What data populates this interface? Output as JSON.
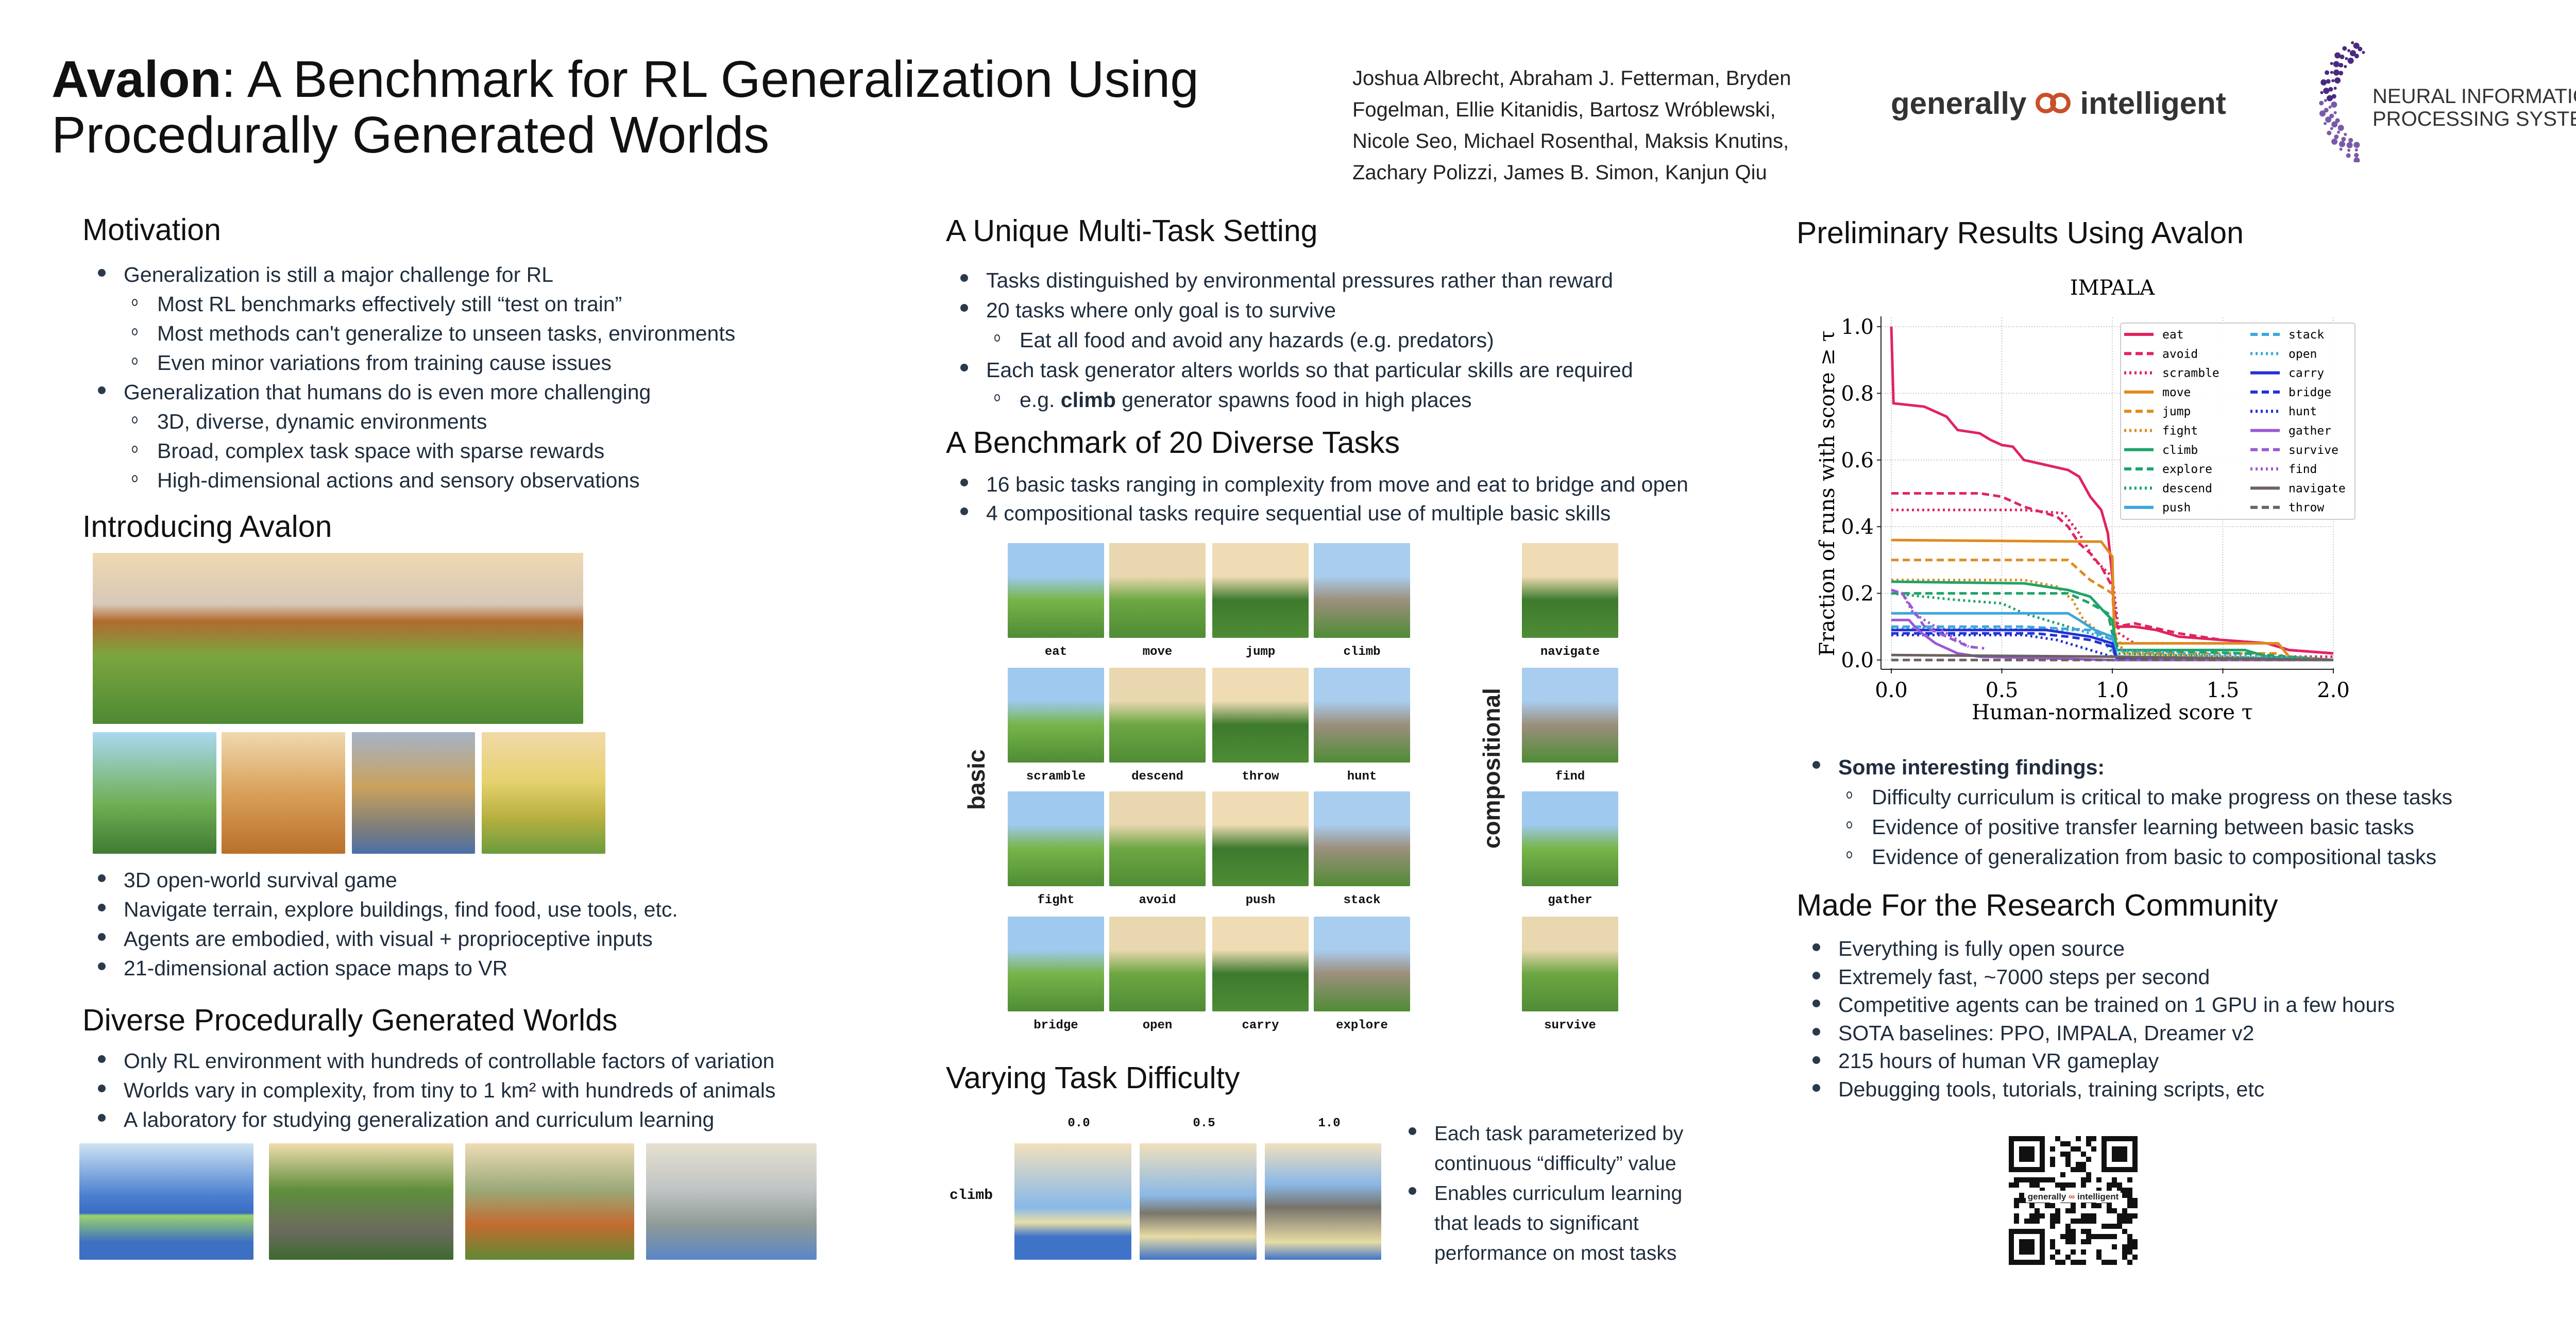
{
  "header": {
    "title_bold": "Avalon",
    "title_rest": ": A Benchmark for RL Generalization Using",
    "title_line2": "Procedurally Generated Worlds",
    "authors": [
      "Joshua Albrecht, Abraham J. Fetterman, Bryden",
      "Fogelman, Ellie Kitanidis, Bartosz Wróblewski,",
      "Nicole Seo,  Michael Rosenthal, Maksis Knutins,",
      "Zachary Polizzi, James B. Simon, Kanjun Qiu"
    ],
    "logo_gi_left": "generally",
    "logo_gi_right": "intelligent",
    "logo_neurips_line1": "NEURAL INFORMATION",
    "logo_neurips_line2": "PROCESSING SYSTEMS"
  },
  "motivation": {
    "heading": "Motivation",
    "items": [
      {
        "level": 1,
        "text": "Generalization is still a major challenge for RL"
      },
      {
        "level": 2,
        "text": "Most RL benchmarks effectively still “test on train”"
      },
      {
        "level": 2,
        "text": "Most methods can't generalize to unseen tasks, environments"
      },
      {
        "level": 2,
        "text": "Even minor variations from training cause issues"
      },
      {
        "level": 1,
        "text": "Generalization that humans do is even more challenging"
      },
      {
        "level": 2,
        "text": "3D, diverse, dynamic environments"
      },
      {
        "level": 2,
        "text": "Broad, complex task space with sparse rewards"
      },
      {
        "level": 2,
        "text": "High-dimensional actions and sensory observations"
      }
    ]
  },
  "introducing": {
    "heading": "Introducing Avalon",
    "items": [
      {
        "level": 1,
        "text": "3D open-world survival game"
      },
      {
        "level": 1,
        "text": "Navigate terrain, explore buildings, find food, use tools, etc."
      },
      {
        "level": 1,
        "text": "Agents are embodied, with visual + proprioceptive inputs"
      },
      {
        "level": 1,
        "text": "21-dimensional action space maps to VR"
      }
    ]
  },
  "diverse": {
    "heading": "Diverse Procedurally Generated Worlds",
    "items": [
      {
        "level": 1,
        "text": "Only RL environment with hundreds of controllable factors of variation"
      },
      {
        "level": 1,
        "text": "Worlds vary in complexity, from tiny to 1 km² with hundreds of animals"
      },
      {
        "level": 1,
        "text": "A laboratory for studying generalization and curriculum learning"
      }
    ]
  },
  "multitask": {
    "heading": "A Unique Multi-Task Setting",
    "items": [
      {
        "level": 1,
        "text": "Tasks distinguished by environmental pressures rather than reward"
      },
      {
        "level": 1,
        "text": "20 tasks where only goal is to survive"
      },
      {
        "level": 2,
        "text": "Eat all food and avoid any hazards (e.g. predators)"
      },
      {
        "level": 1,
        "text": "Each task generator alters worlds so that particular skills are required"
      },
      {
        "level": 2,
        "pre": "e.g. ",
        "bold": "climb",
        "text": " generator spawns food in high places"
      }
    ]
  },
  "benchmark": {
    "heading": "A Benchmark of 20 Diverse Tasks",
    "items": [
      {
        "level": 1,
        "text": "16 basic tasks ranging in complexity from move and eat to bridge and open"
      },
      {
        "level": 1,
        "text": "4 compositional tasks require sequential use of multiple basic skills"
      }
    ],
    "basic_label": "basic",
    "compositional_label": "compositional",
    "basic_tasks": [
      "eat",
      "move",
      "jump",
      "climb",
      "scramble",
      "descend",
      "throw",
      "hunt",
      "fight",
      "avoid",
      "push",
      "stack",
      "bridge",
      "open",
      "carry",
      "explore"
    ],
    "compositional_tasks": [
      "navigate",
      "find",
      "gather",
      "survive"
    ]
  },
  "difficulty": {
    "heading": "Varying Task Difficulty",
    "task_label": "climb",
    "levels": [
      "0.0",
      "0.5",
      "1.0"
    ],
    "items": [
      {
        "level": 1,
        "text": "Each task parameterized by"
      },
      {
        "level": 0,
        "text": "continuous “difficulty” value"
      },
      {
        "level": 1,
        "text": "Enables curriculum learning"
      },
      {
        "level": 0,
        "text": "that leads to significant"
      },
      {
        "level": 0,
        "text": "performance on most tasks"
      }
    ]
  },
  "results": {
    "heading": "Preliminary Results Using Avalon",
    "items": [
      {
        "level": 1,
        "bold": "Some interesting findings:",
        "text": ""
      },
      {
        "level": 2,
        "text": "Difficulty curriculum is critical to make progress on these tasks"
      },
      {
        "level": 2,
        "text": "Evidence of positive transfer learning between basic tasks"
      },
      {
        "level": 2,
        "text": "Evidence of generalization from basic to compositional tasks"
      }
    ]
  },
  "community": {
    "heading": "Made For the Research Community",
    "items": [
      {
        "level": 1,
        "text": "Everything is fully open source"
      },
      {
        "level": 1,
        "text": "Extremely fast, ~7000 steps per second"
      },
      {
        "level": 1,
        "text": "Competitive agents can be trained on 1 GPU in a few hours"
      },
      {
        "level": 1,
        "text": "SOTA baselines: PPO, IMPALA, Dreamer v2"
      },
      {
        "level": 1,
        "text": "215 hours of human VR gameplay"
      },
      {
        "level": 1,
        "text": "Debugging tools, tutorials, training scripts, etc"
      }
    ],
    "qr_caption_left": "generally",
    "qr_caption_right": "intelligent"
  },
  "chart_data": {
    "type": "line",
    "title": "IMPALA",
    "xlabel": "Human-normalized score τ",
    "ylabel": "Fraction of runs with score ≥ τ",
    "xlim": [
      0,
      2.0
    ],
    "ylim": [
      0,
      1.0
    ],
    "xticks": [
      "0.0",
      "0.5",
      "1.0",
      "1.5",
      "2.0"
    ],
    "yticks": [
      "0.0",
      "0.2",
      "0.4",
      "0.6",
      "0.8",
      "1.0"
    ],
    "grid": true,
    "legend_position": "top-right",
    "series": [
      {
        "name": "eat",
        "color": "#e0245e",
        "style": "solid",
        "points": [
          [
            0,
            1.0
          ],
          [
            0.01,
            0.77
          ],
          [
            0.15,
            0.76
          ],
          [
            0.25,
            0.73
          ],
          [
            0.3,
            0.69
          ],
          [
            0.4,
            0.68
          ],
          [
            0.45,
            0.66
          ],
          [
            0.5,
            0.645
          ],
          [
            0.55,
            0.64
          ],
          [
            0.6,
            0.6
          ],
          [
            0.7,
            0.585
          ],
          [
            0.8,
            0.57
          ],
          [
            0.85,
            0.55
          ],
          [
            0.9,
            0.49
          ],
          [
            0.95,
            0.45
          ],
          [
            0.98,
            0.38
          ],
          [
            1.0,
            0.25
          ],
          [
            1.01,
            0.1
          ],
          [
            1.1,
            0.1
          ],
          [
            1.2,
            0.09
          ],
          [
            1.3,
            0.07
          ],
          [
            1.5,
            0.06
          ],
          [
            1.7,
            0.05
          ],
          [
            1.8,
            0.03
          ],
          [
            2.0,
            0.02
          ]
        ]
      },
      {
        "name": "avoid",
        "color": "#e0245e",
        "style": "dashed",
        "points": [
          [
            0,
            0.5
          ],
          [
            0.4,
            0.5
          ],
          [
            0.5,
            0.49
          ],
          [
            0.6,
            0.46
          ],
          [
            0.75,
            0.43
          ],
          [
            0.8,
            0.4
          ],
          [
            0.85,
            0.35
          ],
          [
            0.9,
            0.32
          ],
          [
            0.95,
            0.28
          ],
          [
            1.0,
            0.22
          ],
          [
            1.02,
            0.1
          ],
          [
            1.1,
            0.11
          ],
          [
            1.3,
            0.08
          ],
          [
            1.5,
            0.06
          ],
          [
            1.7,
            0.05
          ],
          [
            1.8,
            0.03
          ],
          [
            2.0,
            0.02
          ]
        ]
      },
      {
        "name": "scramble",
        "color": "#e0245e",
        "style": "dotted",
        "points": [
          [
            0,
            0.45
          ],
          [
            0.6,
            0.45
          ],
          [
            0.78,
            0.44
          ],
          [
            0.85,
            0.38
          ],
          [
            0.92,
            0.3
          ],
          [
            1.0,
            0.25
          ],
          [
            1.03,
            0.08
          ],
          [
            1.1,
            0.05
          ],
          [
            1.75,
            0.05
          ],
          [
            1.8,
            0.01
          ],
          [
            2.0,
            0.01
          ]
        ]
      },
      {
        "name": "move",
        "color": "#e08a1e",
        "style": "solid",
        "points": [
          [
            0,
            0.36
          ],
          [
            0.95,
            0.355
          ],
          [
            1.0,
            0.31
          ],
          [
            1.01,
            0.05
          ],
          [
            1.75,
            0.05
          ],
          [
            1.8,
            0.01
          ],
          [
            2.0,
            0.0
          ]
        ]
      },
      {
        "name": "jump",
        "color": "#e08a1e",
        "style": "dashed",
        "points": [
          [
            0,
            0.3
          ],
          [
            0.8,
            0.3
          ],
          [
            0.85,
            0.27
          ],
          [
            0.9,
            0.24
          ],
          [
            1.0,
            0.2
          ],
          [
            1.02,
            0.03
          ],
          [
            1.2,
            0.02
          ],
          [
            1.75,
            0.02
          ],
          [
            1.8,
            0.0
          ],
          [
            2.0,
            0.0
          ]
        ]
      },
      {
        "name": "fight",
        "color": "#e08a1e",
        "style": "dotted",
        "points": [
          [
            0,
            0.24
          ],
          [
            0.6,
            0.24
          ],
          [
            0.75,
            0.22
          ],
          [
            0.82,
            0.18
          ],
          [
            0.87,
            0.12
          ],
          [
            0.95,
            0.08
          ],
          [
            1.03,
            0.06
          ],
          [
            1.05,
            0.02
          ],
          [
            2.0,
            0.0
          ]
        ]
      },
      {
        "name": "climb",
        "color": "#1fa36a",
        "style": "solid",
        "points": [
          [
            0,
            0.235
          ],
          [
            0.6,
            0.23
          ],
          [
            0.8,
            0.21
          ],
          [
            0.9,
            0.19
          ],
          [
            0.97,
            0.14
          ],
          [
            1.0,
            0.12
          ],
          [
            1.02,
            0.03
          ],
          [
            1.6,
            0.03
          ],
          [
            1.7,
            0.01
          ],
          [
            2.0,
            0.0
          ]
        ]
      },
      {
        "name": "explore",
        "color": "#1fa36a",
        "style": "dashed",
        "points": [
          [
            0,
            0.2
          ],
          [
            0.8,
            0.2
          ],
          [
            0.9,
            0.17
          ],
          [
            0.98,
            0.14
          ],
          [
            1.0,
            0.08
          ],
          [
            1.03,
            0.03
          ],
          [
            1.6,
            0.02
          ],
          [
            2.0,
            0.0
          ]
        ]
      },
      {
        "name": "descend",
        "color": "#1fa36a",
        "style": "dotted",
        "points": [
          [
            0,
            0.2
          ],
          [
            0.3,
            0.18
          ],
          [
            0.5,
            0.17
          ],
          [
            0.6,
            0.14
          ],
          [
            0.75,
            0.11
          ],
          [
            0.85,
            0.09
          ],
          [
            0.95,
            0.07
          ],
          [
            1.0,
            0.02
          ],
          [
            2.0,
            0.0
          ]
        ]
      },
      {
        "name": "push",
        "color": "#3ba7dc",
        "style": "solid",
        "points": [
          [
            0,
            0.14
          ],
          [
            0.8,
            0.14
          ],
          [
            0.85,
            0.12
          ],
          [
            0.92,
            0.09
          ],
          [
            1.0,
            0.07
          ],
          [
            1.02,
            0.01
          ],
          [
            2.0,
            0.0
          ]
        ]
      },
      {
        "name": "stack",
        "color": "#3ba7dc",
        "style": "dashed",
        "points": [
          [
            0,
            0.1
          ],
          [
            0.6,
            0.1
          ],
          [
            0.9,
            0.09
          ],
          [
            1.0,
            0.06
          ],
          [
            1.02,
            0.01
          ],
          [
            2.0,
            0.0
          ]
        ]
      },
      {
        "name": "open",
        "color": "#3ba7dc",
        "style": "dotted",
        "points": [
          [
            0,
            0.095
          ],
          [
            0.85,
            0.09
          ],
          [
            0.95,
            0.07
          ],
          [
            1.0,
            0.03
          ],
          [
            2.0,
            0.0
          ]
        ]
      },
      {
        "name": "carry",
        "color": "#2231d6",
        "style": "solid",
        "points": [
          [
            0,
            0.09
          ],
          [
            0.7,
            0.09
          ],
          [
            0.8,
            0.08
          ],
          [
            0.9,
            0.07
          ],
          [
            1.0,
            0.05
          ],
          [
            1.02,
            0.005
          ],
          [
            2.0,
            0.0
          ]
        ]
      },
      {
        "name": "bridge",
        "color": "#2231d6",
        "style": "dashed",
        "points": [
          [
            0,
            0.08
          ],
          [
            0.65,
            0.08
          ],
          [
            0.8,
            0.07
          ],
          [
            0.9,
            0.06
          ],
          [
            1.0,
            0.04
          ],
          [
            1.02,
            0.0
          ],
          [
            2.0,
            0.0
          ]
        ]
      },
      {
        "name": "hunt",
        "color": "#2231d6",
        "style": "dotted",
        "points": [
          [
            0,
            0.075
          ],
          [
            0.6,
            0.075
          ],
          [
            0.75,
            0.06
          ],
          [
            0.85,
            0.04
          ],
          [
            0.95,
            0.02
          ],
          [
            1.0,
            0.01
          ],
          [
            2.0,
            0.0
          ]
        ]
      },
      {
        "name": "gather",
        "color": "#9b59d6",
        "style": "solid",
        "points": [
          [
            0,
            0.12
          ],
          [
            0.08,
            0.12
          ],
          [
            0.12,
            0.09
          ],
          [
            0.2,
            0.05
          ],
          [
            0.3,
            0.02
          ],
          [
            0.4,
            0.01
          ],
          [
            1.0,
            0.0
          ],
          [
            2.0,
            0.0
          ]
        ]
      },
      {
        "name": "survive",
        "color": "#9b59d6",
        "style": "dashed",
        "points": [
          [
            0,
            0.21
          ],
          [
            0.05,
            0.2
          ],
          [
            0.1,
            0.15
          ],
          [
            0.15,
            0.1
          ],
          [
            0.25,
            0.07
          ],
          [
            0.35,
            0.04
          ],
          [
            0.42,
            0.035
          ]
        ]
      },
      {
        "name": "find",
        "color": "#9b59d6",
        "style": "dotted",
        "points": [
          [
            0,
            0.21
          ],
          [
            0.05,
            0.2
          ],
          [
            0.1,
            0.14
          ],
          [
            0.2,
            0.1
          ],
          [
            0.3,
            0.06
          ],
          [
            0.35,
            0.04
          ]
        ]
      },
      {
        "name": "navigate",
        "color": "#6d6262",
        "style": "solid",
        "points": [
          [
            0,
            0.015
          ],
          [
            1.0,
            0.01
          ],
          [
            2.0,
            0.0
          ]
        ]
      },
      {
        "name": "throw",
        "color": "#6d6262",
        "style": "dashed",
        "points": [
          [
            0,
            0.0
          ],
          [
            2.0,
            0.0
          ]
        ]
      }
    ]
  }
}
